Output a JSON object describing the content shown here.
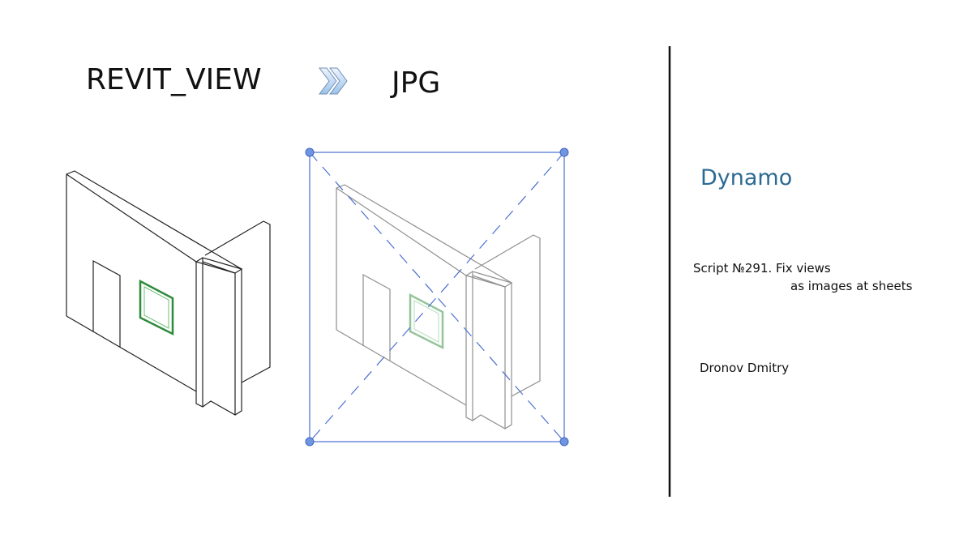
{
  "header": {
    "source": "REVIT_VIEW",
    "target": "JPG",
    "arrow_icon": "double-chevron-right-icon"
  },
  "sidebar": {
    "product": "Dynamo",
    "script_line1": "Script №291. Fix views",
    "script_line2": "as images at sheets",
    "author": "Dronov Dmitry"
  },
  "colors": {
    "accent": "#2a6a93",
    "frame": "#4a6fd0",
    "window": "#2e8b3a"
  }
}
